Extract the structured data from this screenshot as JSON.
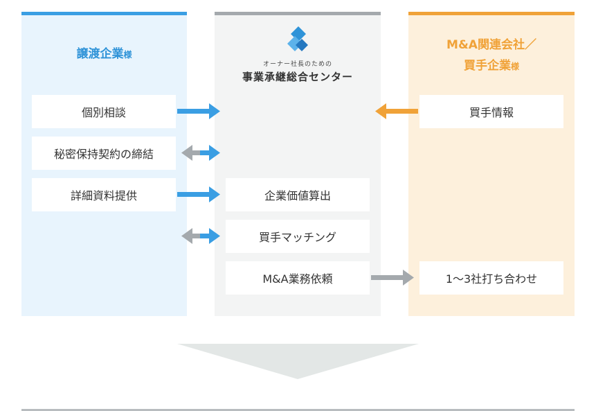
{
  "left": {
    "title_main": "譲渡企業",
    "title_suffix": "様",
    "items": [
      "個別相談",
      "秘密保持契約の締結",
      "詳細資料提供"
    ]
  },
  "center": {
    "subtitle": "オーナー社長のための",
    "title": "事業承継総合センター",
    "items": [
      "企業価値算出",
      "買手マッチング",
      "M&A業務依頼"
    ]
  },
  "right": {
    "title_line1": "M&A関連会社／",
    "title_line2_main": "買手企業",
    "title_line2_suffix": "様",
    "items": [
      "買手情報",
      "1～3社打ち合わせ"
    ]
  },
  "colors": {
    "blue": "#3a9ee3",
    "orange": "#f0a238",
    "gray": "#a4a9ad",
    "left_bg": "#e8f4fd",
    "center_bg": "#f3f4f4",
    "right_bg": "#fdf0dc"
  },
  "icons": {
    "logo": "diamond-logo-icon",
    "flow": "down-chevron-icon"
  }
}
